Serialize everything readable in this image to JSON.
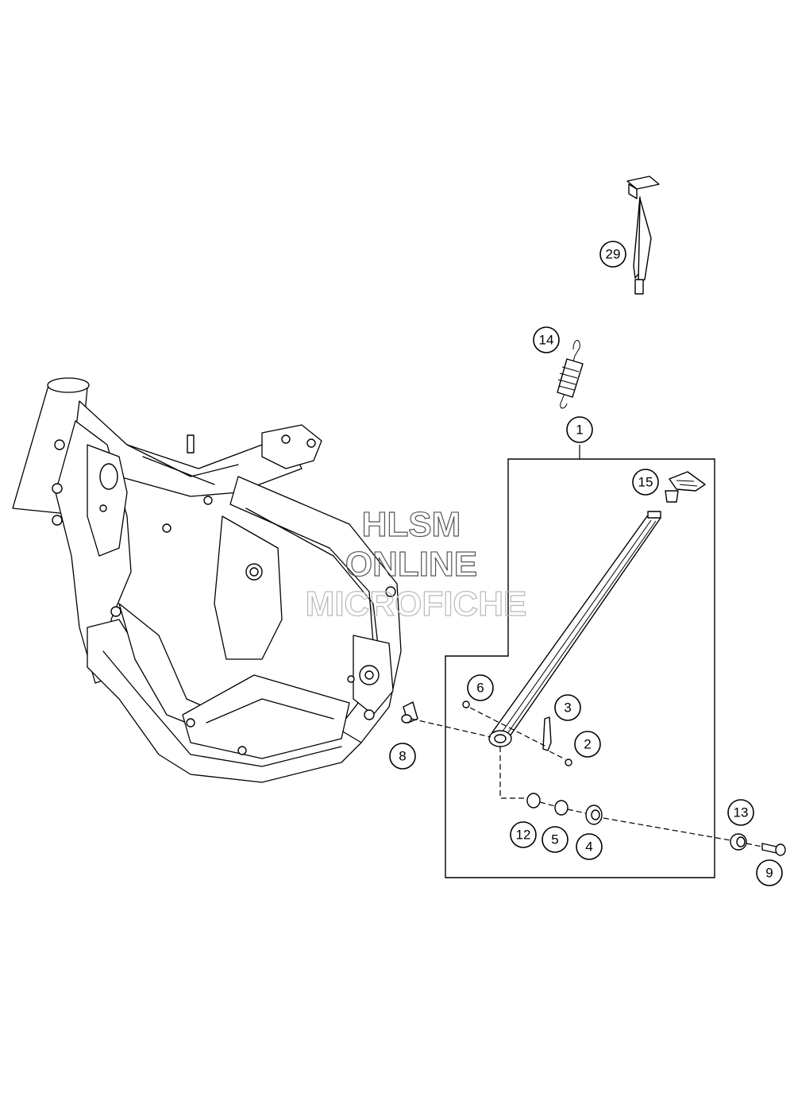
{
  "watermark": {
    "line1": "HLSM",
    "line2": "ONLINE",
    "line3": "MICROFICHE"
  },
  "callouts": [
    {
      "key": "29",
      "label": "29"
    },
    {
      "key": "14",
      "label": "14"
    },
    {
      "key": "1",
      "label": "1"
    },
    {
      "key": "15",
      "label": "15"
    },
    {
      "key": "6",
      "label": "6"
    },
    {
      "key": "3",
      "label": "3"
    },
    {
      "key": "2",
      "label": "2"
    },
    {
      "key": "8",
      "label": "8"
    },
    {
      "key": "13",
      "label": "13"
    },
    {
      "key": "12",
      "label": "12"
    },
    {
      "key": "5",
      "label": "5"
    },
    {
      "key": "4",
      "label": "4"
    },
    {
      "key": "9",
      "label": "9"
    }
  ]
}
